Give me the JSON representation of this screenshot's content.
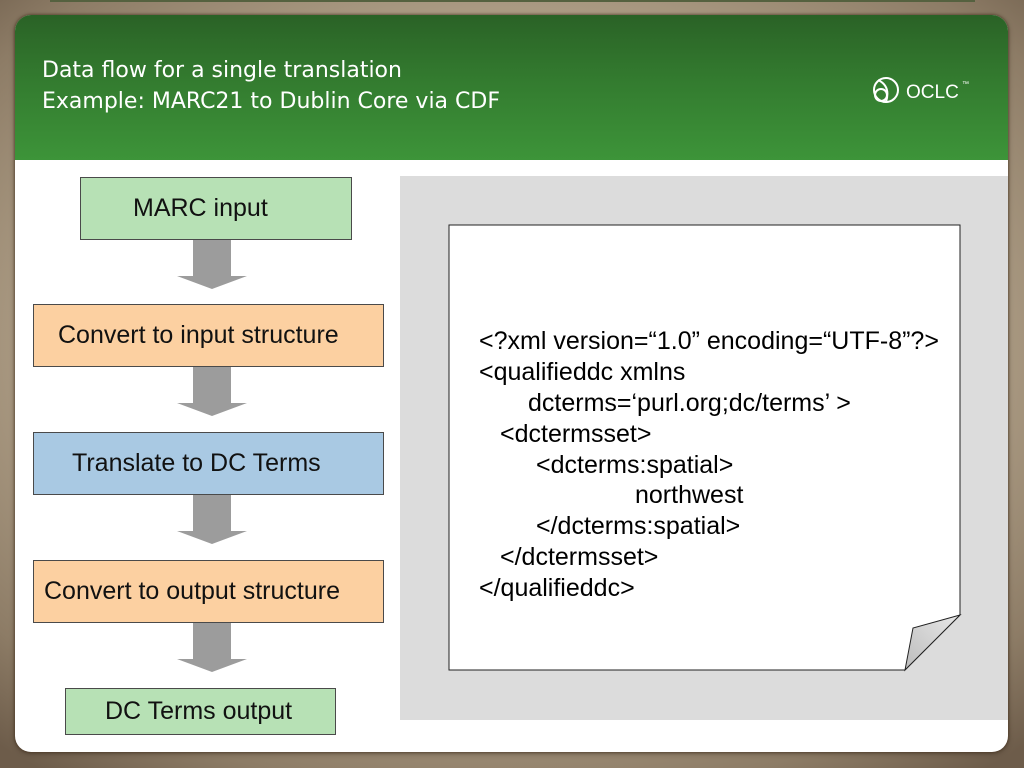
{
  "header": {
    "title_line1": "Data flow for a single translation",
    "title_line2": "Example: MARC21 to Dublin Core via CDF",
    "logo_text": "OCLC",
    "logo_tm": "™"
  },
  "flow": {
    "steps": [
      {
        "label": "MARC input",
        "color": "#b7e1b5"
      },
      {
        "label": "Convert to input structure",
        "color": "#fcd0a1"
      },
      {
        "label": "Translate to DC Terms",
        "color": "#a9c9e3"
      },
      {
        "label": "Convert to output structure",
        "color": "#fcd0a1"
      },
      {
        "label": "DC Terms output",
        "color": "#b7e1b5"
      }
    ],
    "arrow_color": "#9c9c9c"
  },
  "document": {
    "lines": [
      "<?xml version=“1.0” encoding=“UTF-8”?>",
      "<qualifieddc xmlns",
      "dcterms=‘purl.org;dc/terms’ >",
      "<dctermsset>",
      "<dcterms:spatial>",
      "northwest",
      "</dcterms:spatial>",
      "</dctermsset>",
      "</qualifieddc>"
    ]
  }
}
